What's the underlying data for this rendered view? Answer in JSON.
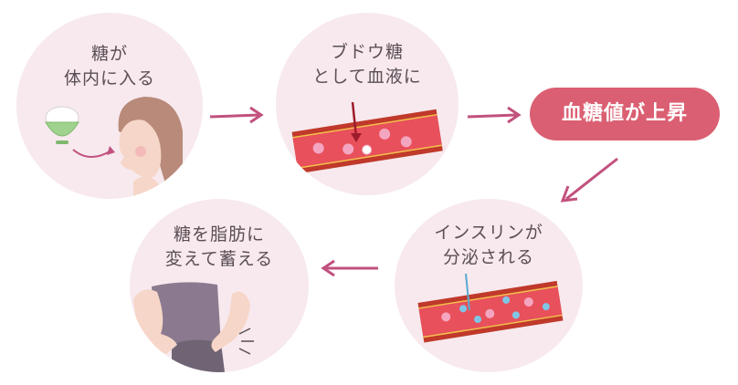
{
  "steps": [
    {
      "line1": "糖が",
      "line2": "体内に入る"
    },
    {
      "line1": "ブドウ糖",
      "line2": "として血液に"
    },
    {
      "line1": "インスリンが",
      "line2": "分泌される"
    },
    {
      "line1": "糖を脂肪に",
      "line2": "変えて蓄える"
    }
  ],
  "highlight": {
    "label": "血糖値が上昇"
  },
  "colors": {
    "circle_bg": "#f7e9ee",
    "arrow": "#c2517e",
    "pill": "#db5f72",
    "vessel_wall": "#c0392b",
    "vessel_inner": "#e8505b",
    "glucose": "#f4a6c1",
    "insulin": "#7fc6e6"
  }
}
